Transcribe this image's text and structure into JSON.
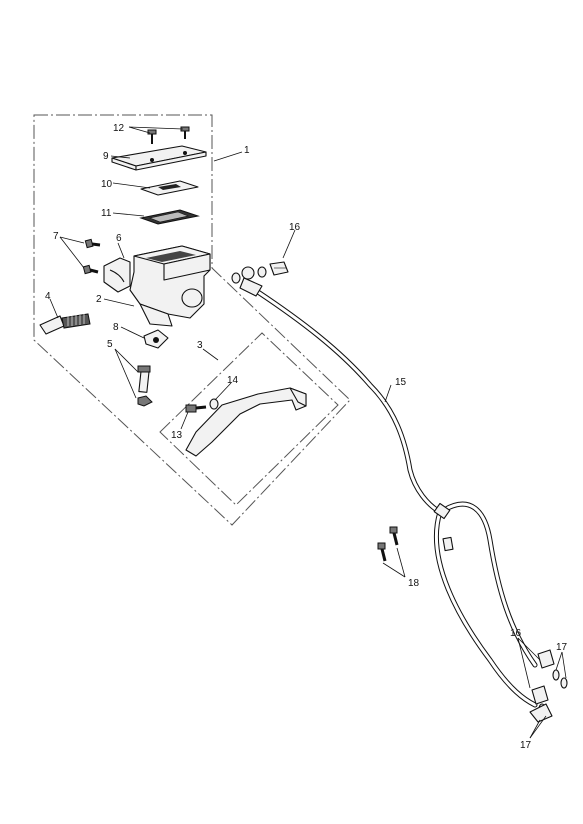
{
  "callouts": {
    "c1": "1",
    "c2": "2",
    "c3": "3",
    "c4": "4",
    "c5": "5",
    "c6": "6",
    "c7": "7",
    "c8": "8",
    "c9": "9",
    "c10": "10",
    "c11": "11",
    "c12": "12",
    "c13": "13",
    "c14": "14",
    "c15": "15",
    "c16a": "16",
    "c16b": "16",
    "c17a": "17",
    "c17b": "17",
    "c18": "18"
  }
}
